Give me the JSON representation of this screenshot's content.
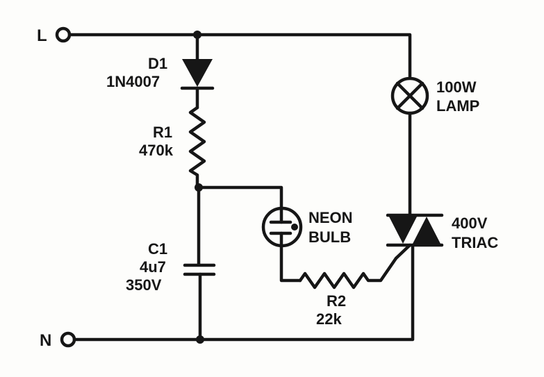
{
  "terminals": {
    "line": "L",
    "neutral": "N"
  },
  "components": {
    "d1": {
      "ref": "D1",
      "value": "1N4007"
    },
    "r1": {
      "ref": "R1",
      "value": "470k"
    },
    "c1": {
      "ref": "C1",
      "value": "4u7",
      "voltage": "350V"
    },
    "lamp": {
      "line1": "100W",
      "line2": "LAMP"
    },
    "neon": {
      "line1": "NEON",
      "line2": "BULB"
    },
    "r2": {
      "ref": "R2",
      "value": "22k"
    },
    "triac": {
      "line1": "400V",
      "line2": "TRIAC"
    }
  },
  "colors": {
    "ink": "#161616",
    "paper": "#fdfdfb"
  }
}
